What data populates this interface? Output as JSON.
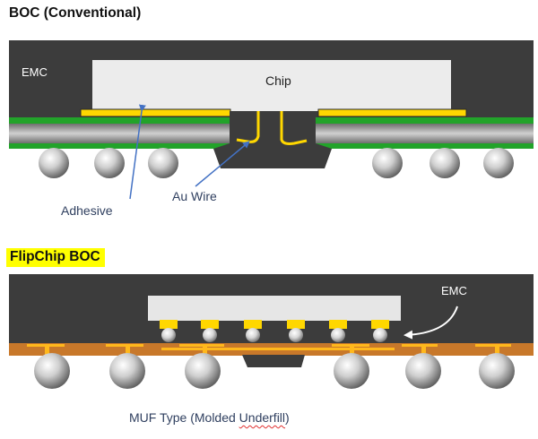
{
  "section_1": {
    "title": "BOC (Conventional)",
    "labels": {
      "emc": "EMC",
      "chip": "Chip",
      "adhesive": "Adhesive",
      "au_wire": "Au Wire"
    }
  },
  "section_2": {
    "title": "FlipChip BOC",
    "labels": {
      "emc": "EMC"
    },
    "caption_parts": [
      "MUF Type (Molded ",
      "Underfill",
      ")"
    ]
  },
  "colors": {
    "emc": "#3c3c3c",
    "chip": "#ececec",
    "gold_wire": "#ffd700",
    "substrate_green": "#22a32a",
    "substrate_gray": "#8a8a8a",
    "substrate_orange": "#c8782a",
    "arrow_blue": "#4472c4",
    "highlight_yellow": "#ffff00"
  }
}
